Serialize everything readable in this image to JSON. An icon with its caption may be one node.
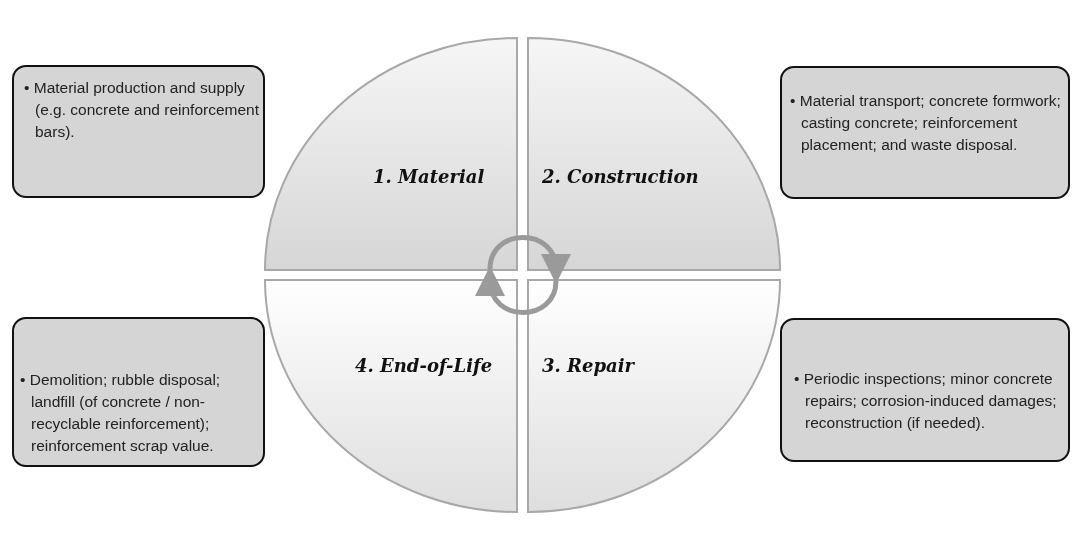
{
  "diagram": {
    "nodes": [
      {
        "text": [
          "• Material production and supply (e.g. concrete and reinforcement bars)."
        ]
      },
      {
        "text": [
          "1. Material"
        ]
      },
      {
        "text": [
          "2. Construction"
        ]
      },
      {
        "text": [
          "• Material transport; concrete formwork; casting concrete; reinforcement placement; and waste disposal."
        ]
      },
      {
        "text": [
          "• Demolition; rubble disposal; landfill (of concrete / non-recyclable reinforcement); reinforcement scrap value."
        ]
      },
      {
        "text": [
          "4. End-of-Life"
        ]
      },
      {
        "text": [
          "3. Repair"
        ]
      },
      {
        "text": [
          "• Periodic inspections; minor concrete repairs; corrosion-induced damages; reconstruction (if needed)."
        ]
      }
    ],
    "edges": [
      {
        "from": 1,
        "to": 2,
        "arrow": "to"
      },
      {
        "from": 6,
        "to": 5,
        "arrow": "to"
      }
    ]
  }
}
